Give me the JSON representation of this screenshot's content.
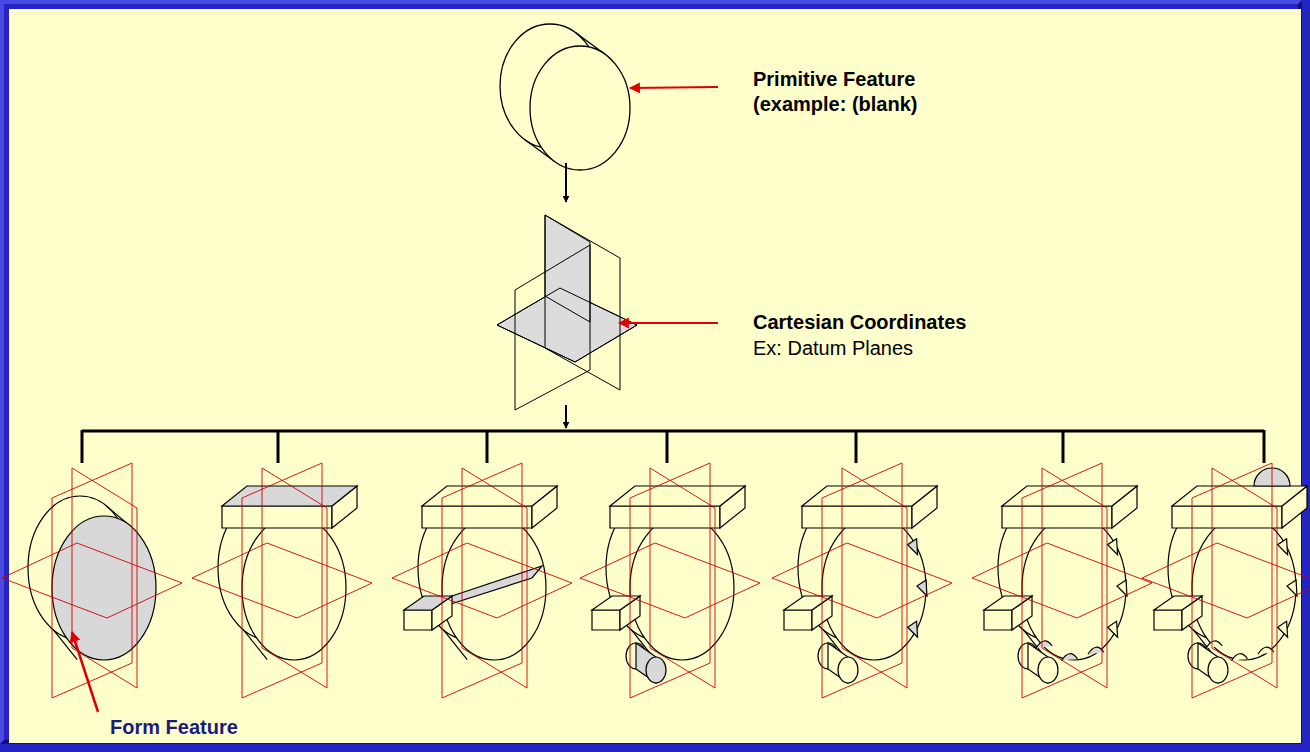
{
  "diagram": {
    "labels": [
      "Primitive Feature",
      "(example: (blank)",
      "Cartesian Coordinates",
      "Ex: Datum Planes",
      "Form Feature"
    ]
  }
}
